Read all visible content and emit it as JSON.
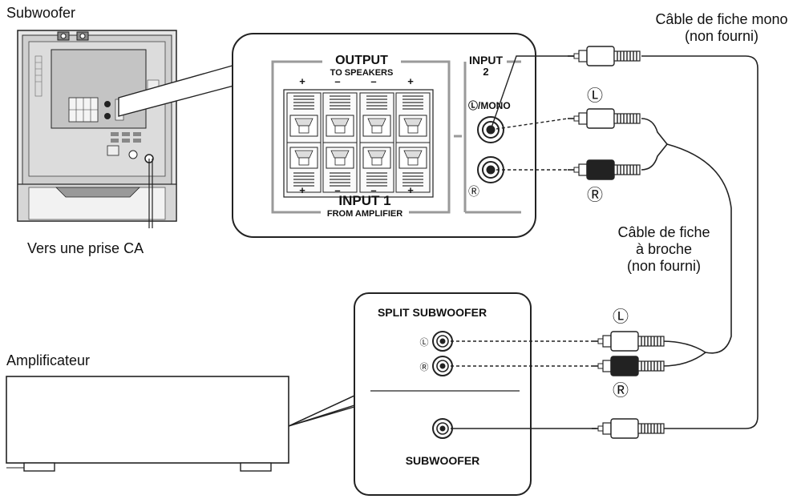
{
  "labels": {
    "subwoofer": "Subwoofer",
    "ac_outlet": "Vers une prise CA",
    "amplifier": "Amplificateur",
    "mono_cable_line1": "Câble de fiche mono",
    "mono_cable_line2": "(non fourni)",
    "pin_cable_line1": "Câble de fiche",
    "pin_cable_line2": "à broche",
    "pin_cable_line3": "(non fourni)"
  },
  "subwoofer_panel": {
    "output_title": "OUTPUT",
    "output_subtitle": "TO SPEAKERS",
    "input2_title": "INPUT",
    "input2_number": "2",
    "input1_title": "INPUT 1",
    "input1_subtitle": "FROM AMPLIFIER",
    "jack_l_mono": "Ⓛ/MONO",
    "jack_r": "Ⓡ",
    "polarity_top": [
      "+",
      "–",
      "–",
      "+"
    ],
    "polarity_bottom": [
      "+",
      "–",
      "–",
      "+"
    ]
  },
  "amplifier_panel": {
    "split_title": "SPLIT SUBWOOFER",
    "jack_l": "Ⓛ",
    "jack_r": "Ⓡ",
    "subwoofer_title": "SUBWOOFER"
  },
  "plug_marks": {
    "upper_l": "Ⓛ",
    "upper_r": "Ⓡ",
    "lower_l": "Ⓛ",
    "lower_r": "Ⓡ"
  }
}
